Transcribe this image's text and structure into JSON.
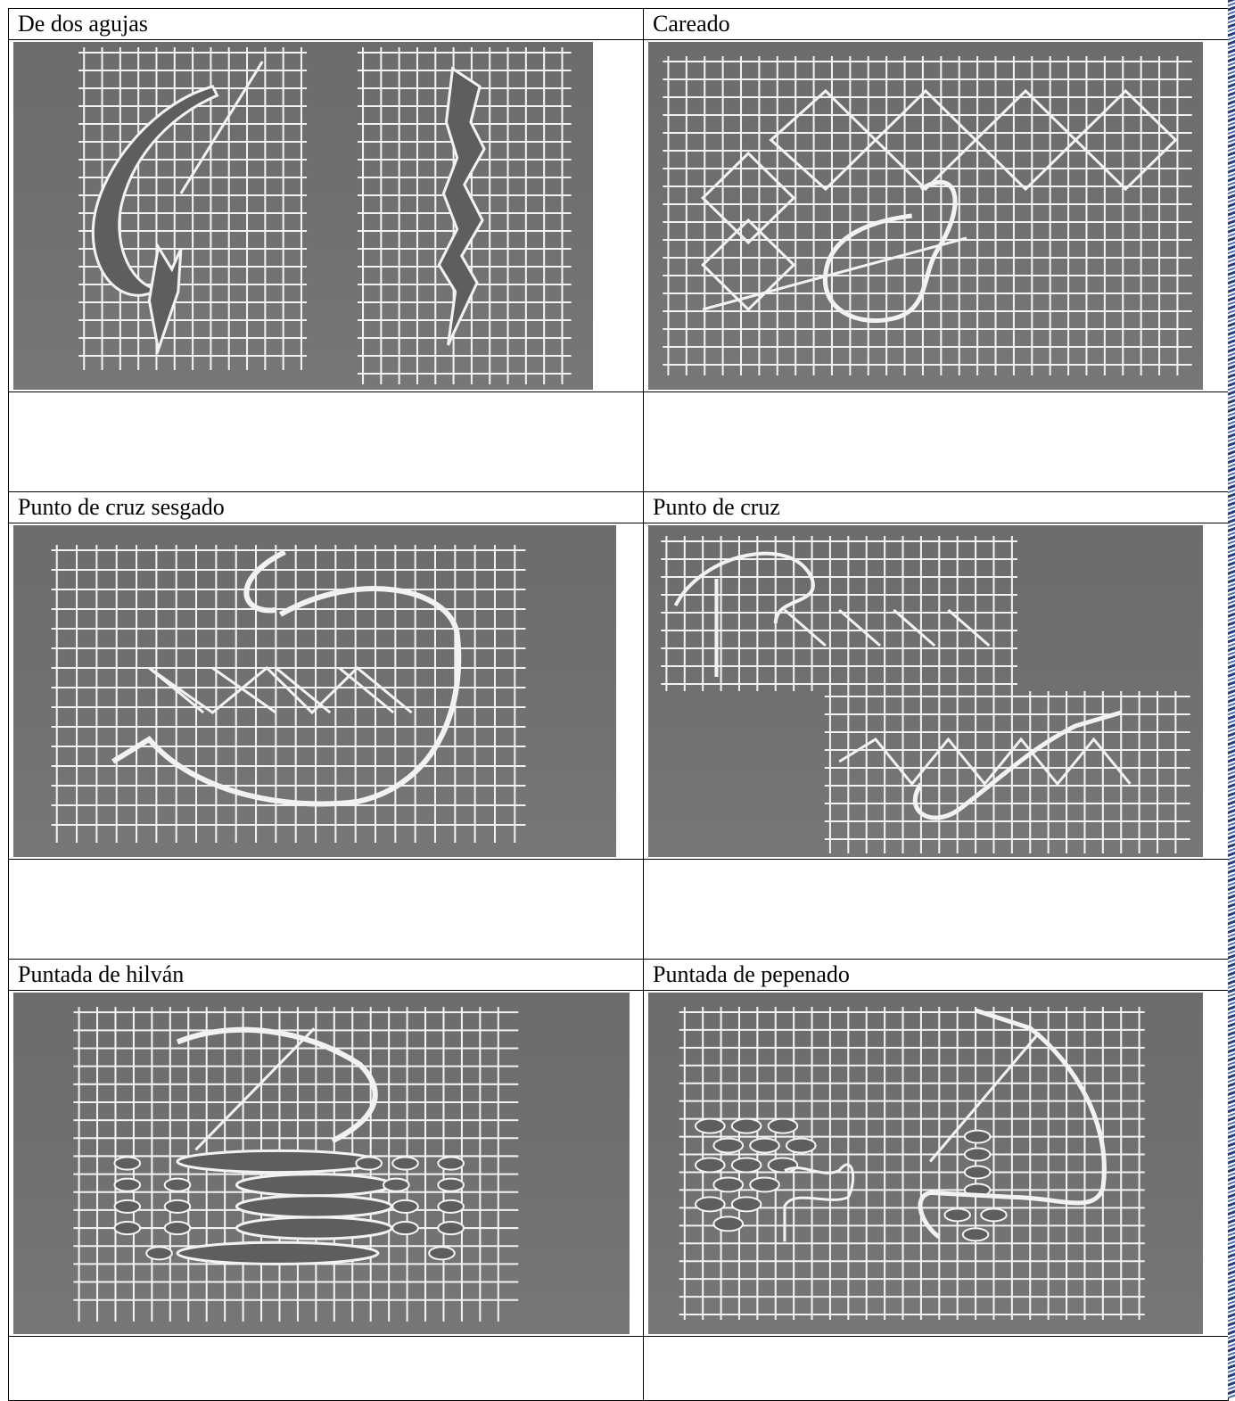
{
  "cells": [
    {
      "label": "De dos agujas",
      "icon": "two-needle-stitch-diagram"
    },
    {
      "label": "Careado",
      "icon": "careado-stitch-diagram"
    },
    {
      "label": "Punto de cruz sesgado",
      "icon": "slanted-cross-stitch-diagram"
    },
    {
      "label": "Punto de cruz",
      "icon": "cross-stitch-diagram"
    },
    {
      "label": "Puntada de hilván",
      "icon": "basting-stitch-diagram"
    },
    {
      "label": "Puntada de pepenado",
      "icon": "pepenado-stitch-diagram"
    }
  ],
  "colors": {
    "board": "#6f716f",
    "chalk": "#f2f2f2",
    "border": "#000000",
    "edge": "#1f3f8a"
  }
}
